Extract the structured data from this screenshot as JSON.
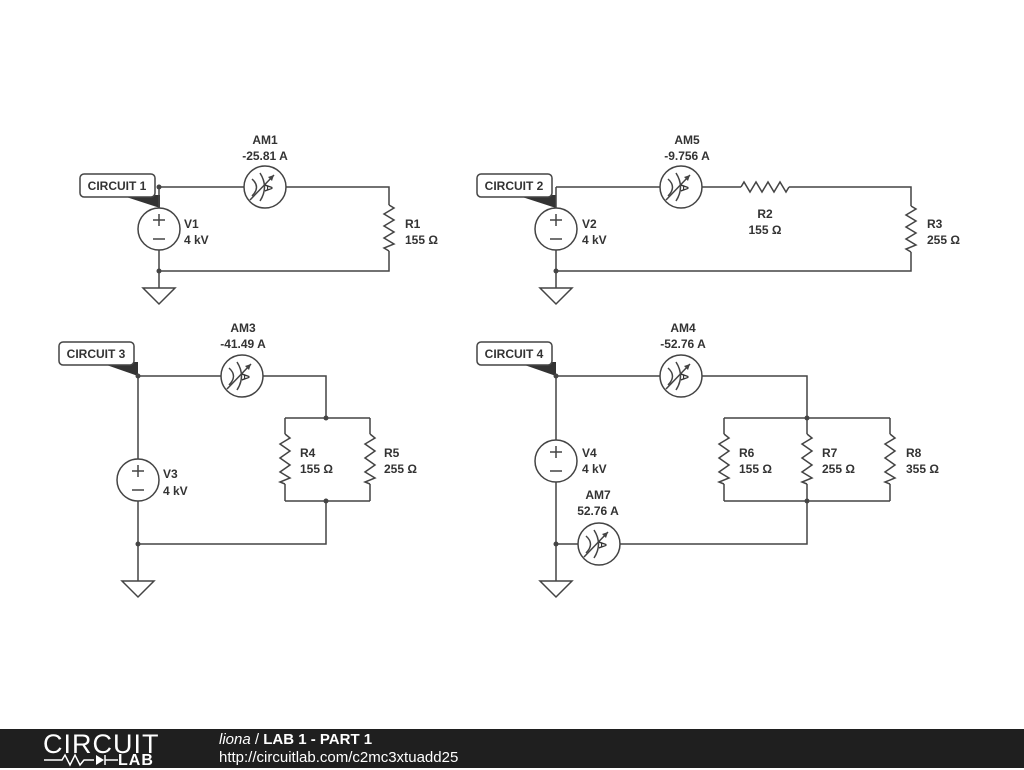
{
  "circuits": [
    {
      "tag": "CIRCUIT 1",
      "source": {
        "name": "V1",
        "value": "4 kV"
      },
      "ammeters": [
        {
          "name": "AM1",
          "value": "-25.81 A"
        }
      ],
      "resistors": [
        {
          "name": "R1",
          "value": "155 Ω"
        }
      ]
    },
    {
      "tag": "CIRCUIT 2",
      "source": {
        "name": "V2",
        "value": "4 kV"
      },
      "ammeters": [
        {
          "name": "AM5",
          "value": "-9.756 A"
        }
      ],
      "resistors": [
        {
          "name": "R2",
          "value": "155 Ω"
        },
        {
          "name": "R3",
          "value": "255 Ω"
        }
      ]
    },
    {
      "tag": "CIRCUIT 3",
      "source": {
        "name": "V3",
        "value": "4 kV"
      },
      "ammeters": [
        {
          "name": "AM3",
          "value": "-41.49 A"
        }
      ],
      "resistors": [
        {
          "name": "R4",
          "value": "155 Ω"
        },
        {
          "name": "R5",
          "value": "255 Ω"
        }
      ]
    },
    {
      "tag": "CIRCUIT 4",
      "source": {
        "name": "V4",
        "value": "4 kV"
      },
      "ammeters": [
        {
          "name": "AM4",
          "value": "-52.76 A"
        },
        {
          "name": "AM7",
          "value": "52.76 A"
        }
      ],
      "resistors": [
        {
          "name": "R6",
          "value": "155 Ω"
        },
        {
          "name": "R7",
          "value": "255 Ω"
        },
        {
          "name": "R8",
          "value": "355 Ω"
        }
      ]
    }
  ],
  "ammeter_symbol": "A",
  "footer": {
    "logo_top": "CIRCUIT",
    "logo_bottom": "LAB",
    "user": "liona",
    "separator": " / ",
    "project": "LAB 1 - PART 1",
    "url": "http://circuitlab.com/c2mc3xtuadd25"
  },
  "colors": {
    "wire": "#444444",
    "footer_bg": "#1f1f1f",
    "tag_border": "#444444"
  }
}
